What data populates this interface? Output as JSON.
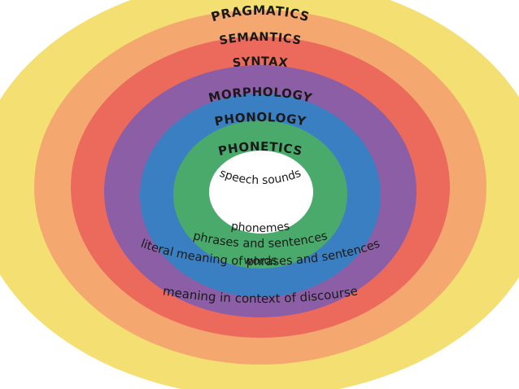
{
  "diagram": {
    "rings": [
      {
        "id": "pragmatics",
        "title": "PRAGMATICS",
        "description": "meaning in context of discourse",
        "color": "#f4df72"
      },
      {
        "id": "semantics",
        "title": "SEMANTICS",
        "description": "literal meaning of phrases and sentences",
        "color": "#f4a870"
      },
      {
        "id": "syntax",
        "title": "SYNTAX",
        "description": "phrases and sentences",
        "color": "#ec6a5c"
      },
      {
        "id": "morphology",
        "title": "MORPHOLOGY",
        "description": "words",
        "color": "#8c5ea6"
      },
      {
        "id": "phonology",
        "title": "PHONOLOGY",
        "description": "phonemes",
        "color": "#3a7fc1"
      },
      {
        "id": "phonetics",
        "title": "PHONETICS",
        "description": "speech sounds",
        "color": "#4aaa6c"
      }
    ],
    "center_color": "#ffffff",
    "text_color": "#1a1a1a"
  }
}
